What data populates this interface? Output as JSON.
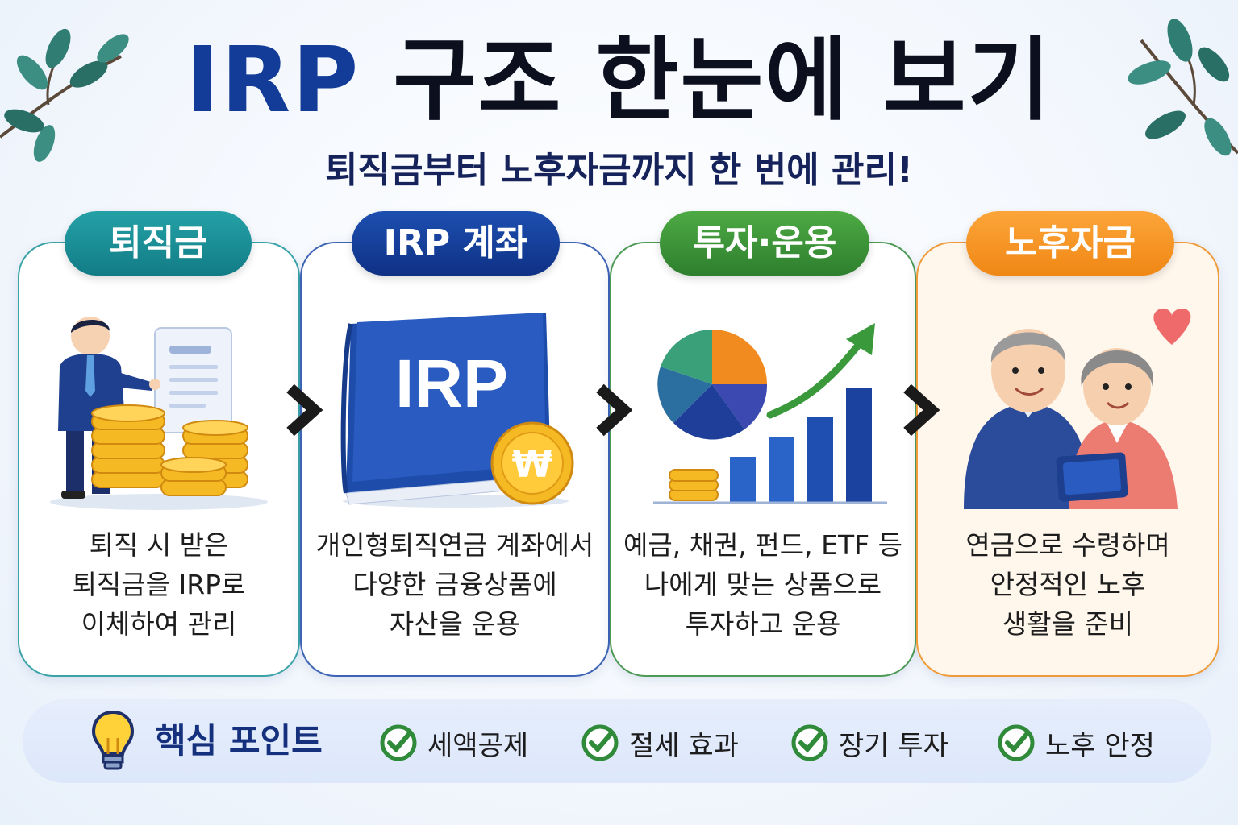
{
  "title": {
    "part1": "IRP",
    "part2": "구조 한눈에 보기"
  },
  "subtitle": "퇴직금부터 노후자금까지 한 번에 관리!",
  "steps": [
    {
      "label": "퇴직금",
      "lines": [
        "퇴직 시 받은",
        "퇴직금을 IRP로",
        "이체하여 관리"
      ]
    },
    {
      "label": "IRP 계좌",
      "lines": [
        "개인형퇴직연금 계좌에서",
        "다양한 금융상품에",
        "자산을 운용"
      ],
      "book_text": "IRP",
      "coin_symbol": "₩"
    },
    {
      "label": "투자·운용",
      "lines": [
        "예금, 채권, 펀드, ETF 등",
        "나에게 맞는 상품으로",
        "투자하고 운용"
      ]
    },
    {
      "label": "노후자금",
      "lines": [
        "연금으로 수령하며",
        "안정적인 노후",
        "생활을 준비"
      ]
    }
  ],
  "key_points": {
    "label": "핵심 포인트",
    "items": [
      "세액공제",
      "절세 효과",
      "장기 투자",
      "노후 안정"
    ]
  },
  "icons": [
    "leaf-branch-icon",
    "businessman-icon",
    "document-icon",
    "coin-stack-icon",
    "chevron-right-icon",
    "book-icon",
    "won-coin-icon",
    "pie-chart-icon",
    "bar-chart-icon",
    "growth-arrow-icon",
    "senior-couple-icon",
    "tablet-icon",
    "heart-icon",
    "lightbulb-icon",
    "check-circle-icon"
  ],
  "colors": {
    "teal": "#1a8f96",
    "navy": "#123c97",
    "green": "#3a9a3b",
    "orange": "#f6941f"
  }
}
